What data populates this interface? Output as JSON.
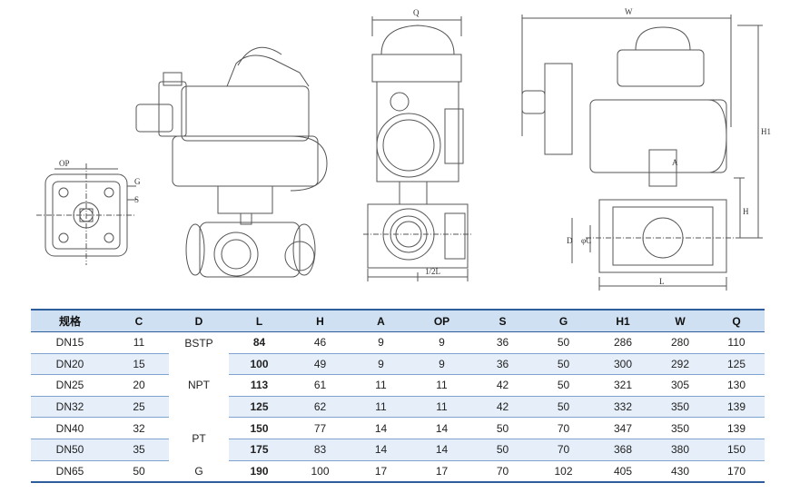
{
  "drawing_labels": {
    "op": "OP",
    "g": "G",
    "s": "S",
    "q": "Q",
    "half_l": "1/2L",
    "w": "W",
    "h1": "H1",
    "h": "H",
    "a": "A",
    "d": "D",
    "c": "φC",
    "l": "L"
  },
  "table": {
    "headers": [
      "规格",
      "C",
      "D",
      "L",
      "H",
      "A",
      "OP",
      "S",
      "G",
      "H1",
      "W",
      "Q"
    ],
    "d_groups": [
      {
        "label": "BSTP",
        "rows": 1
      },
      {
        "label": "NPT",
        "rows": 3
      },
      {
        "label": "PT",
        "rows": 2
      },
      {
        "label": "G",
        "rows": 1
      }
    ],
    "rows": [
      {
        "spec": "DN15",
        "c": "11",
        "l": "84",
        "h": "46",
        "a": "9",
        "op": "9",
        "s": "36",
        "g": "50",
        "h1": "286",
        "w": "280",
        "q": "110"
      },
      {
        "spec": "DN20",
        "c": "15",
        "l": "100",
        "h": "49",
        "a": "9",
        "op": "9",
        "s": "36",
        "g": "50",
        "h1": "300",
        "w": "292",
        "q": "125"
      },
      {
        "spec": "DN25",
        "c": "20",
        "l": "113",
        "h": "61",
        "a": "11",
        "op": "11",
        "s": "42",
        "g": "50",
        "h1": "321",
        "w": "305",
        "q": "130"
      },
      {
        "spec": "DN32",
        "c": "25",
        "l": "125",
        "h": "62",
        "a": "11",
        "op": "11",
        "s": "42",
        "g": "50",
        "h1": "332",
        "w": "350",
        "q": "139"
      },
      {
        "spec": "DN40",
        "c": "32",
        "l": "150",
        "h": "77",
        "a": "14",
        "op": "14",
        "s": "50",
        "g": "70",
        "h1": "347",
        "w": "350",
        "q": "139"
      },
      {
        "spec": "DN50",
        "c": "35",
        "l": "175",
        "h": "83",
        "a": "14",
        "op": "14",
        "s": "50",
        "g": "70",
        "h1": "368",
        "w": "380",
        "q": "150"
      },
      {
        "spec": "DN65",
        "c": "50",
        "l": "190",
        "h": "100",
        "a": "17",
        "op": "17",
        "s": "70",
        "g": "102",
        "h1": "405",
        "w": "430",
        "q": "170"
      }
    ]
  }
}
